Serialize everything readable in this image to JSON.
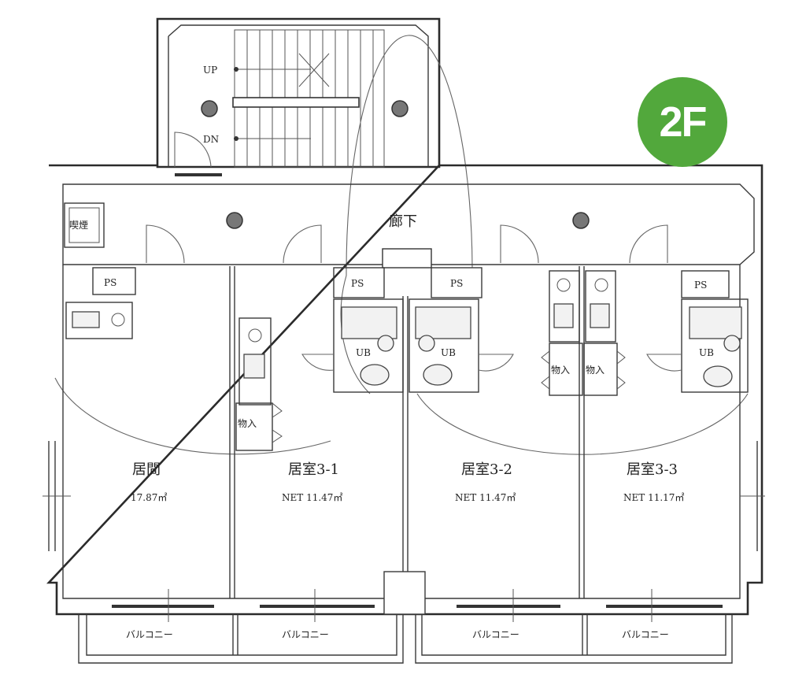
{
  "floor_badge": {
    "label": "2F",
    "color": "#52a83c"
  },
  "stairs": {
    "up_label": "UP",
    "down_label": "DN"
  },
  "corridor": {
    "label": "廊下"
  },
  "closet_top_left": {
    "label": "喫煙"
  },
  "pipe_spaces": [
    "PS",
    "PS",
    "PS",
    "PS"
  ],
  "bathrooms": [
    "UB",
    "UB",
    "UB"
  ],
  "storage": [
    "物入",
    "物入",
    "物入"
  ],
  "rooms": [
    {
      "name": "居間",
      "area": "17.87㎡"
    },
    {
      "name": "居室3-1",
      "area": "NET 11.47㎡"
    },
    {
      "name": "居室3-2",
      "area": "NET 11.47㎡"
    },
    {
      "name": "居室3-3",
      "area": "NET 11.17㎡"
    }
  ],
  "balconies": [
    "バルコニー",
    "バルコニー",
    "バルコニー",
    "バルコニー"
  ]
}
